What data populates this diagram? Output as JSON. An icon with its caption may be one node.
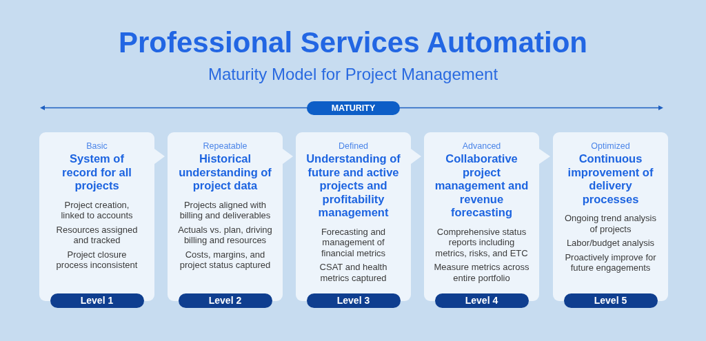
{
  "diagram": {
    "title": "Professional Services Automation",
    "nodes": [
      {
        "text": [
          "MATURITY"
        ]
      },
      {
        "text": [
          "Basic",
          "System of record for all projects",
          "Project creation, linked to accounts",
          "Resources assigned and tracked",
          "Project closure process inconsistent"
        ]
      },
      {
        "text": [
          "Level 1"
        ]
      },
      {
        "text": [
          "Repeatable",
          "Historical understanding of project data",
          "Projects aligned with billing and deliverables",
          "Actuals vs. plan, driving billing and resources",
          "Costs, margins, and project status captured"
        ]
      },
      {
        "text": [
          "Level 2"
        ]
      },
      {
        "text": [
          "Defined",
          "Understanding of future and active projects and profitability management",
          "Forecasting and management of financial metrics",
          "CSAT and health metrics captured"
        ]
      },
      {
        "text": [
          "Level 3"
        ]
      },
      {
        "text": [
          "Advanced",
          "Collaborative project management and revenue forecasting",
          "Comprehensive status reports including metrics, risks, and ETC",
          "Measure metrics across entire portfolio"
        ]
      },
      {
        "text": [
          "Level 4"
        ]
      },
      {
        "text": [
          "Optimized",
          "Continuous improvement of delivery processes",
          "Ongoing trend analysis of projects",
          "Labor/budget analysis",
          "Proactively improve for future engagements"
        ]
      },
      {
        "text": [
          "Level 5"
        ]
      }
    ],
    "edges": [
      {
        "from": 1,
        "to": 3,
        "arrow": "to"
      },
      {
        "from": 3,
        "to": 5,
        "arrow": "to"
      },
      {
        "from": 5,
        "to": 7,
        "arrow": "to"
      },
      {
        "from": 7,
        "to": 9,
        "arrow": "to"
      }
    ],
    "labels": [
      "Maturity Model for Project Management"
    ]
  }
}
